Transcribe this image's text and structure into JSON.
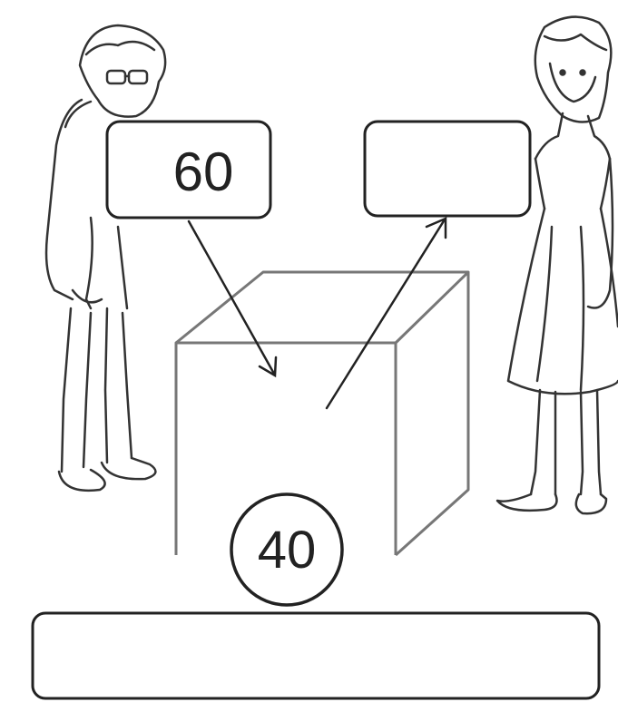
{
  "diagram": {
    "input_box": {
      "value": "60"
    },
    "output_box": {
      "value": ""
    },
    "machine_circle": {
      "value": "40"
    },
    "bottom_box": {
      "value": ""
    }
  },
  "figures": {
    "left": "boy-figure",
    "right": "girl-figure"
  }
}
